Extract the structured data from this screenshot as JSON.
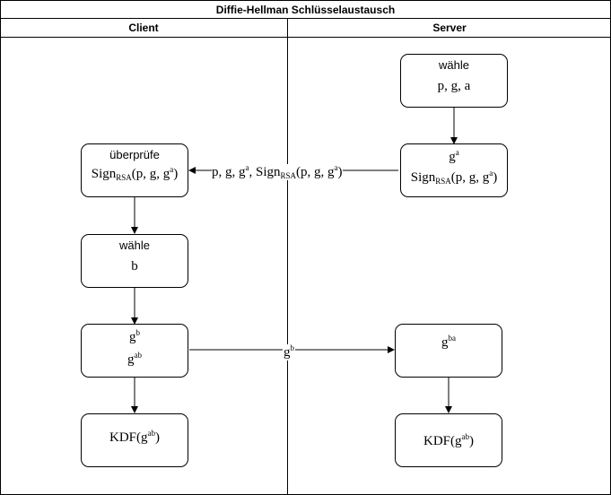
{
  "title": "Diffie-Hellman Schlüsselaustausch",
  "lanes": {
    "client": "Client",
    "server": "Server"
  },
  "server_choose": {
    "label": "wähle",
    "params": "p, g, a"
  },
  "server_sign": {
    "base": "g",
    "exp": "a",
    "sign": "Sign",
    "sign_sub": "RSA",
    "sign_args": "(p, g, g",
    "sign_exp": "a",
    "sign_close": ")"
  },
  "client_verify": {
    "label": "überprüfe",
    "sign": "Sign",
    "sign_sub": "RSA",
    "sign_args": "(p, g, g",
    "sign_exp": "a",
    "sign_close": ")"
  },
  "client_choose": {
    "label": "wähle",
    "param": "b"
  },
  "client_keys": {
    "gb_base": "g",
    "gb_exp": "b",
    "gab_base": "g",
    "gab_exp": "ab"
  },
  "server_key": {
    "base": "g",
    "exp": "ba"
  },
  "client_kdf": {
    "fn": "KDF(g",
    "exp": "ab",
    "close": ")"
  },
  "server_kdf": {
    "fn": "KDF(g",
    "exp": "ab",
    "close": ")"
  },
  "msg_server_to_client": {
    "prefix": "p, g, g",
    "exp": "a",
    "sep": ", Sign",
    "sub": "RSA",
    "args": "(p, g, g",
    "args_exp": "a",
    "close": ")"
  },
  "msg_client_to_server": {
    "base": "g",
    "exp": "b"
  }
}
